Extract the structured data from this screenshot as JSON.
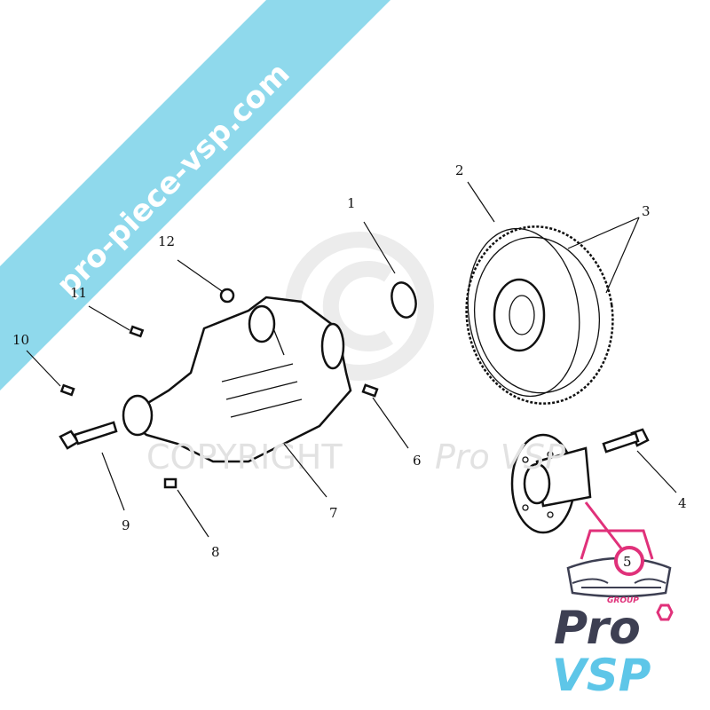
{
  "banner": {
    "text": "pro-piece-vsp.com",
    "color": "#8fd9ec"
  },
  "watermark": {
    "text": "COPYRIGHT",
    "brand": "Pro VSP",
    "symbol": "©"
  },
  "callouts": [
    "1",
    "2",
    "3",
    "4",
    "5",
    "6",
    "7",
    "8",
    "9",
    "10",
    "11",
    "12"
  ],
  "highlight": {
    "label": "5",
    "color": "#e0317a"
  },
  "logo": {
    "group": "GROUP",
    "line1": "Pro",
    "line2": "VSP",
    "color_dark": "#3d3f52",
    "color_light": "#5ec6e8",
    "color_accent": "#e0317a"
  }
}
